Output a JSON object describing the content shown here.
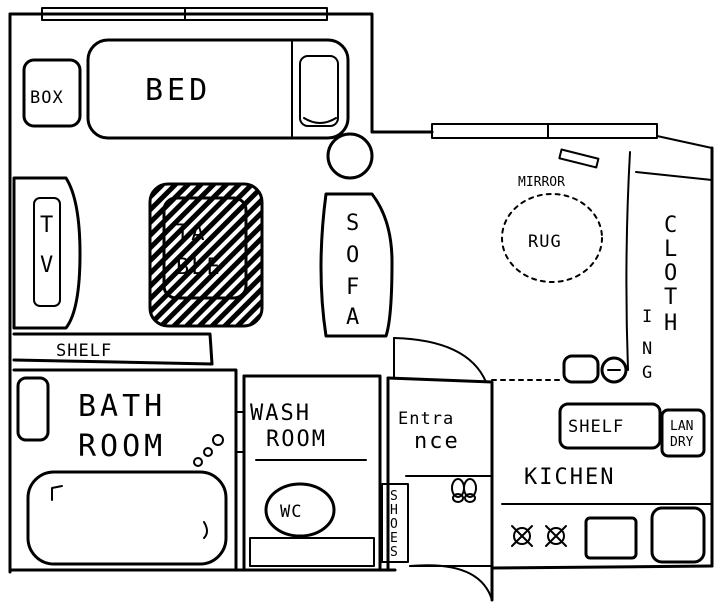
{
  "floorplan": {
    "bed": "BED",
    "box": "BOX",
    "tv": [
      "T",
      "V"
    ],
    "table": [
      "TA",
      "BLE"
    ],
    "sofa": [
      "S",
      "O",
      "F",
      "A"
    ],
    "shelf_left": "SHELF",
    "mirror": "MIRROR",
    "rug": "RUG",
    "clothing_top": [
      "C",
      "L",
      "O",
      "T",
      "H"
    ],
    "clothing_bottom": [
      "I",
      "N",
      "G"
    ],
    "bathroom": [
      "BATH",
      "ROOM"
    ],
    "washroom": [
      "WASH",
      "ROOM"
    ],
    "wc": "WC",
    "entrance": [
      "Entra",
      "nce"
    ],
    "shoes": [
      "S",
      "H",
      "O",
      "E",
      "S"
    ],
    "kitchen": "KICHEN",
    "shelf_kitchen": "SHELF",
    "laundry": [
      "LAN",
      "DRY"
    ]
  }
}
